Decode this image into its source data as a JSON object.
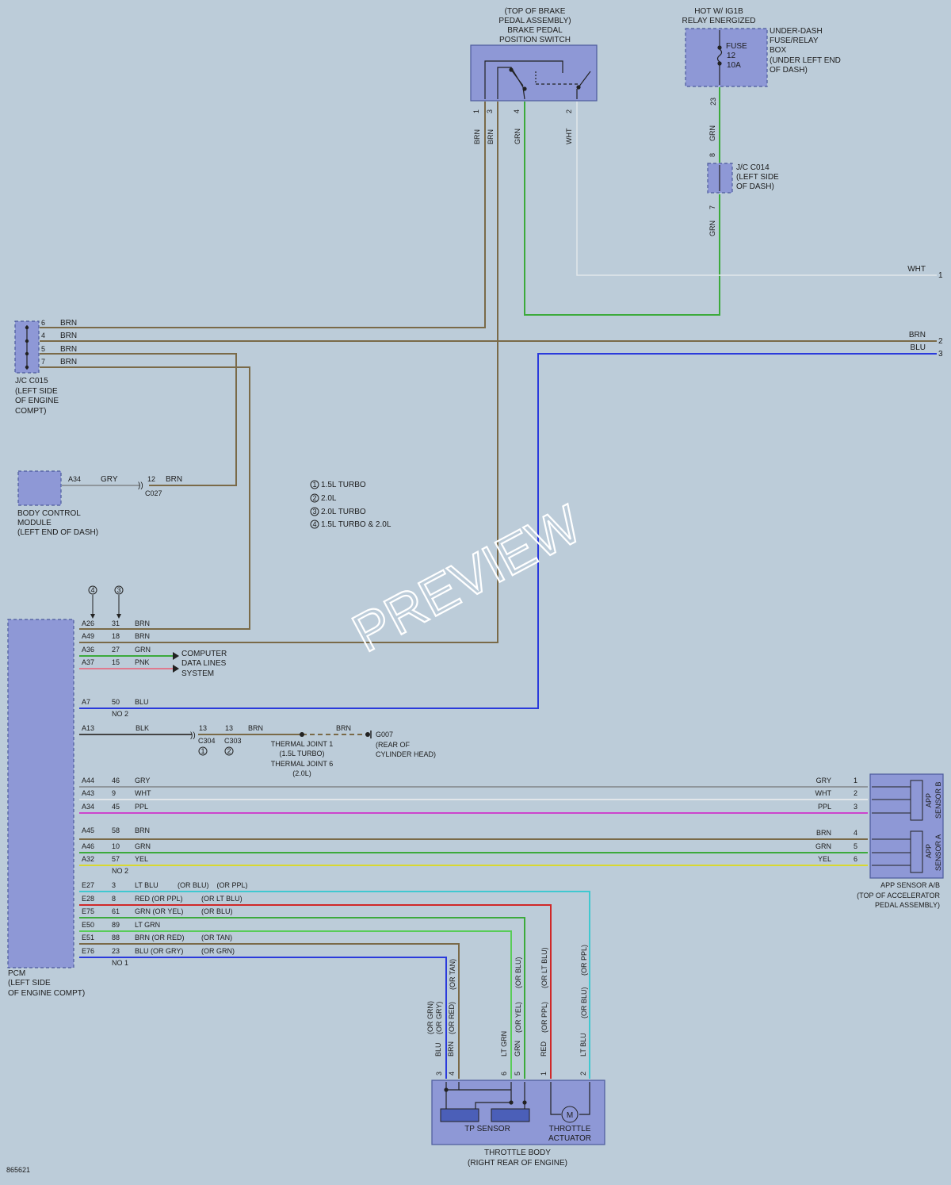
{
  "colors": {
    "background": "#bcccd9",
    "brn": "#7a6a48",
    "grn": "#3caa3c",
    "blu": "#2a3adc",
    "wht": "#e2e6ea",
    "gry": "#8f969c",
    "pnk": "#e07a8e",
    "ppl": "#cc44cc",
    "yel": "#d8d830",
    "lt_blu": "#40c8d0",
    "red": "#d02828",
    "lt_grn": "#58cc58",
    "blk": "#444444",
    "component": "#8e98d6"
  },
  "brake_switch": {
    "title": [
      "(TOP OF BRAKE",
      "PEDAL ASSEMBLY)",
      "BRAKE PEDAL",
      "POSITION SWITCH"
    ],
    "pins": [
      "1",
      "3",
      "4",
      "2"
    ],
    "wires": [
      "BRN",
      "BRN",
      "GRN",
      "WHT"
    ]
  },
  "fuse_box": {
    "hot_label": [
      "HOT W/ IG1B",
      "RELAY ENERGIZED"
    ],
    "fuse": [
      "FUSE",
      "12",
      "10A"
    ],
    "location": [
      "UNDER-DASH",
      "FUSE/RELAY",
      "BOX",
      "(UNDER LEFT END",
      "OF DASH)"
    ],
    "pin": "23",
    "wire": "GRN"
  },
  "jc_c014": {
    "label": [
      "J/C C014",
      "(LEFT SIDE",
      "OF DASH)"
    ],
    "pin_top": "8",
    "pin_bottom": "7",
    "wire": "GRN"
  },
  "right_outputs": [
    {
      "color": "WHT",
      "num": "1"
    },
    {
      "color": "BRN",
      "num": "2"
    },
    {
      "color": "BLU",
      "num": "3"
    }
  ],
  "jc_c015": {
    "label": [
      "J/C C015",
      "(LEFT SIDE",
      "OF ENGINE",
      "COMPT)"
    ],
    "pins": [
      {
        "num": "6",
        "color": "BRN"
      },
      {
        "num": "4",
        "color": "BRN"
      },
      {
        "num": "5",
        "color": "BRN"
      },
      {
        "num": "7",
        "color": "BRN"
      }
    ]
  },
  "bcm": {
    "label": [
      "BODY CONTROL",
      "MODULE",
      "(LEFT END OF DASH)"
    ],
    "pin": "A34",
    "wire_color": "GRY",
    "conn_pin": "12",
    "conn_color": "BRN",
    "connector": "C027"
  },
  "legend": [
    {
      "num": "1",
      "text": "1.5L TURBO"
    },
    {
      "num": "2",
      "text": "2.0L"
    },
    {
      "num": "3",
      "text": "2.0L TURBO"
    },
    {
      "num": "4",
      "text": "1.5L TURBO & 2.0L"
    }
  ],
  "pcm": {
    "label": [
      "PCM",
      "(LEFT SIDE",
      "OF ENGINE COMPT)"
    ],
    "variant_markers": [
      "4",
      "3"
    ],
    "rows": [
      {
        "pin": "A26",
        "num": "31",
        "color": "BRN"
      },
      {
        "pin": "A49",
        "num": "18",
        "color": "BRN"
      },
      {
        "pin": "A36",
        "num": "27",
        "color": "GRN"
      },
      {
        "pin": "A37",
        "num": "15",
        "color": "PNK"
      },
      {
        "pin": "A7",
        "num": "50",
        "color": "BLU"
      },
      {
        "pin": "A13",
        "num": "",
        "color": "BLK"
      },
      {
        "pin": "A44",
        "num": "46",
        "color": "GRY"
      },
      {
        "pin": "A43",
        "num": "9",
        "color": "WHT"
      },
      {
        "pin": "A34",
        "num": "45",
        "color": "PPL"
      },
      {
        "pin": "A45",
        "num": "58",
        "color": "BRN"
      },
      {
        "pin": "A46",
        "num": "10",
        "color": "GRN"
      },
      {
        "pin": "A32",
        "num": "57",
        "color": "YEL"
      },
      {
        "pin": "E27",
        "num": "3",
        "color": "LT BLU",
        "alt": "(OR BLU)    (OR PPL)"
      },
      {
        "pin": "E28",
        "num": "8",
        "color": "RED (OR PPL)",
        "alt": "(OR LT BLU)"
      },
      {
        "pin": "E75",
        "num": "61",
        "color": "GRN (OR YEL)",
        "alt": "(OR BLU)"
      },
      {
        "pin": "E50",
        "num": "89",
        "color": "LT GRN",
        "alt": ""
      },
      {
        "pin": "E51",
        "num": "88",
        "color": "BRN (OR RED)",
        "alt": "(OR TAN)"
      },
      {
        "pin": "E76",
        "num": "23",
        "color": "BLU (OR GRY)",
        "alt": "(OR GRN)"
      }
    ],
    "notes": [
      "NO 2",
      "NO 2",
      "NO 1"
    ]
  },
  "data_lines": [
    "COMPUTER",
    "DATA LINES",
    "SYSTEM"
  ],
  "ground": {
    "c304": "C304",
    "c303": "C303",
    "pin1": "13",
    "pin2": "13",
    "color1": "BRN",
    "color2": "BRN",
    "joint": [
      "THERMAL JOINT 1",
      "(1.5L TURBO)",
      "THERMAL JOINT 6",
      "(2.0L)"
    ],
    "name": "G007",
    "location": [
      "(REAR OF",
      "CYLINDER HEAD)"
    ],
    "markers": [
      "1",
      "2"
    ]
  },
  "app_sensor": {
    "sensor_b": [
      "APP",
      "SENSOR B"
    ],
    "sensor_a": [
      "APP",
      "SENSOR A"
    ],
    "label": [
      "APP SENSOR A/B",
      "(TOP OF ACCELERATOR",
      "PEDAL ASSEMBLY)"
    ],
    "pins": [
      {
        "color": "GRY",
        "num": "1"
      },
      {
        "color": "WHT",
        "num": "2"
      },
      {
        "color": "PPL",
        "num": "3"
      },
      {
        "color": "BRN",
        "num": "4"
      },
      {
        "color": "GRN",
        "num": "5"
      },
      {
        "color": "YEL",
        "num": "6"
      }
    ]
  },
  "throttle_body": {
    "label": [
      "THROTTLE BODY",
      "(RIGHT REAR OF ENGINE)"
    ],
    "tp_sensor": "TP SENSOR",
    "actuator": [
      "THROTTLE",
      "ACTUATOR"
    ],
    "motor": "M",
    "wires": [
      {
        "pin": "3",
        "color": "BLU",
        "alt": "(OR GRN)",
        "alt2": "(OR GRY)"
      },
      {
        "pin": "4",
        "color": "BRN",
        "alt": "(OR RED)",
        "alt2": "(OR TAN)"
      },
      {
        "pin": "6",
        "color": "LT GRN",
        "alt": "",
        "alt2": ""
      },
      {
        "pin": "5",
        "color": "GRN",
        "alt": "(OR YEL)",
        "alt2": "(OR BLU)"
      },
      {
        "pin": "1",
        "color": "RED",
        "alt": "(OR PPL)",
        "alt2": "(OR LT BLU)"
      },
      {
        "pin": "2",
        "color": "LT BLU",
        "alt": "(OR BLU)",
        "alt2": "(OR PPL)"
      }
    ]
  },
  "diagram_id": "865621",
  "watermark": "PREVIEW"
}
